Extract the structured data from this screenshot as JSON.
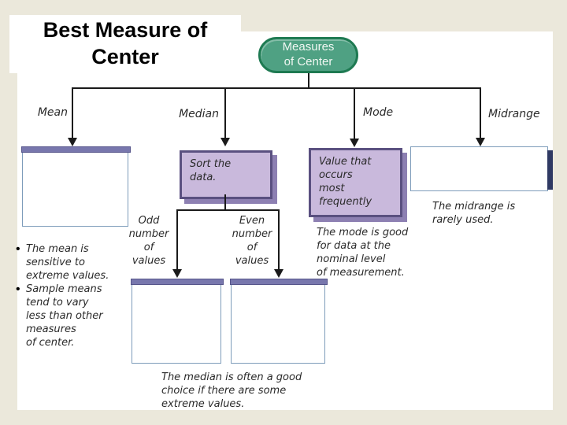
{
  "page": {
    "title": "Best Measure of\nCenter"
  },
  "colors": {
    "background": "#ebe8db",
    "canvas": "#ffffff",
    "oval_fill": "#4fa183",
    "oval_border": "#1e7a52",
    "oval_text": "#f0f7f2",
    "purple_box_fill": "#c9b9dc",
    "purple_box_border": "#5a5080",
    "purple_box_shadow": "#8d80b2",
    "empty_box_border": "#7d9cba",
    "top_bar_fill": "#7877ad",
    "top_bar_border": "#55548a",
    "right_bar_fill": "#2f3963",
    "line": "#1a1a1a",
    "text": "#2a2a2a"
  },
  "diagram": {
    "root_label": "Measures\nof Center",
    "branches": [
      {
        "label": "Mean"
      },
      {
        "label": "Median"
      },
      {
        "label": "Mode"
      },
      {
        "label": "Midrange"
      }
    ],
    "sort_box_text": "Sort the\ndata.",
    "mode_box_text": "Value that\noccurs\nmost\nfrequently",
    "sub_branches": [
      {
        "label": "Odd\nnumber\nof\nvalues"
      },
      {
        "label": "Even\nnumber\nof\nvalues"
      }
    ],
    "notes": {
      "mean_bullets": [
        "The mean is\nsensitive to\nextreme values.",
        "Sample means\ntend to vary\nless than other\nmeasures\nof center."
      ],
      "mode": "The mode is good\nfor data at the\nnominal level\nof measurement.",
      "midrange": "The midrange is\nrarely used.",
      "median": "The median is often a good\nchoice if there are some\nextreme values."
    }
  }
}
